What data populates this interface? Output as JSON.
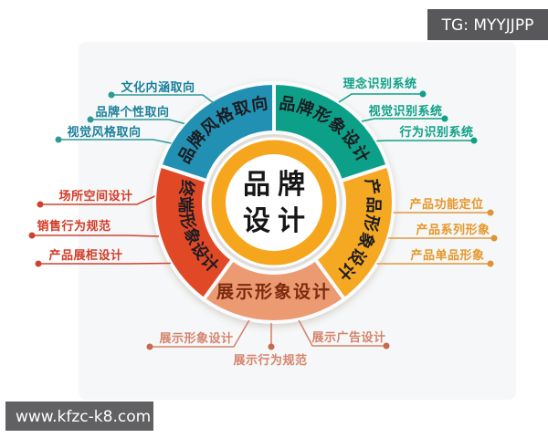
{
  "watermark_top": "TG: MYYJJPP",
  "watermark_bottom": "www.kfzc-k8.com",
  "center": {
    "line1": "品牌",
    "line2": "设计"
  },
  "ring_color": "#f6a61e",
  "segments": [
    {
      "name": "brand-style-orientation",
      "label": "品牌风格取向",
      "color": "#2190b2",
      "item_color": "#1b809b",
      "items": [
        "文化内涵取向",
        "品牌个性取向",
        "视觉风格取向"
      ]
    },
    {
      "name": "brand-image-design",
      "label": "品牌形象设计",
      "color": "#10a089",
      "item_color": "#0fa086",
      "items": [
        "理念识别系统",
        "视觉识别系统",
        "行为识别系统"
      ]
    },
    {
      "name": "product-image-design",
      "label": "产品形象设计",
      "color": "#f5a822",
      "item_color": "#e6982b",
      "items": [
        "产品功能定位",
        "产品系列形象",
        "产品单品形象"
      ]
    },
    {
      "name": "display-image-design",
      "label": "展示形象设计",
      "label_color": "#7c2a10",
      "color": "#eb9a72",
      "item_color": "#d5846a",
      "items": [
        "展示形象设计",
        "展示行为规范",
        "展示广告设计"
      ]
    },
    {
      "name": "terminal-image-design",
      "label": "终端形象设计",
      "color": "#e14a28",
      "item_color": "#d23c28",
      "items": [
        "场所空间设计",
        "销售行为规范",
        "产品展柜设计"
      ]
    }
  ]
}
